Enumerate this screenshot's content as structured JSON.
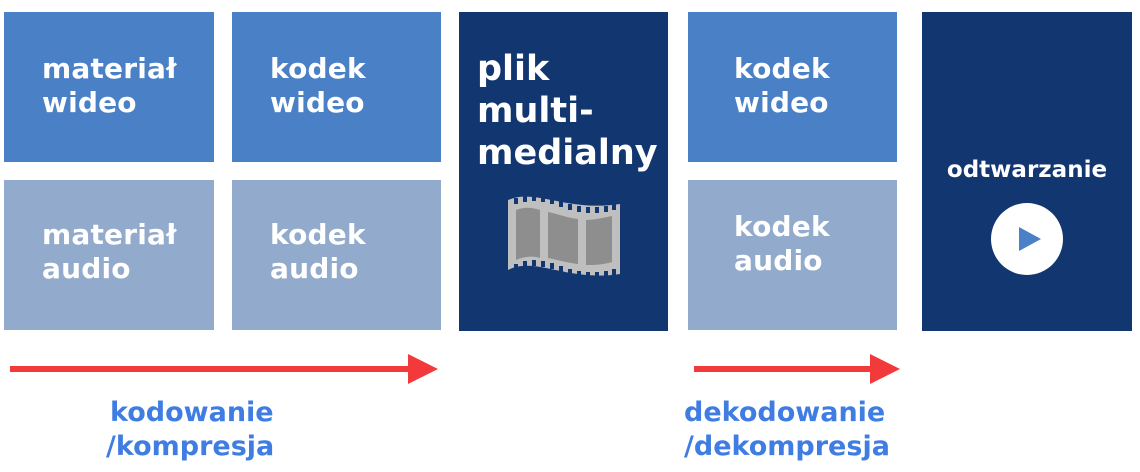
{
  "colors": {
    "video_box": "#4a80c6",
    "audio_box": "#92aacb",
    "dark_box": "#12366f",
    "arrow": "#f23a3a",
    "caption_text": "#3f7de3",
    "box_text": "#ffffff"
  },
  "boxes": {
    "video_material": {
      "line1": "materiał",
      "line2": "wideo"
    },
    "video_codec_enc": {
      "line1": "kodek",
      "line2": "wideo"
    },
    "audio_material": {
      "line1": "materiał",
      "line2": "audio"
    },
    "audio_codec_enc": {
      "line1": "kodek",
      "line2": "audio"
    },
    "multimedia_file": {
      "line1": "plik",
      "line2": "multi-",
      "line3": "medialny",
      "icon": "film-strip-icon"
    },
    "video_codec_dec": {
      "line1": "kodek",
      "line2": "wideo"
    },
    "audio_codec_dec": {
      "line1": "kodek",
      "line2": "audio"
    },
    "playback": {
      "label": "odtwarzanie",
      "icon": "play-icon"
    }
  },
  "captions": {
    "encoding": {
      "line1": "kodowanie",
      "line2": "/kompresja"
    },
    "decoding": {
      "line1": "dekodowanie",
      "line2": "/dekompresja"
    }
  }
}
